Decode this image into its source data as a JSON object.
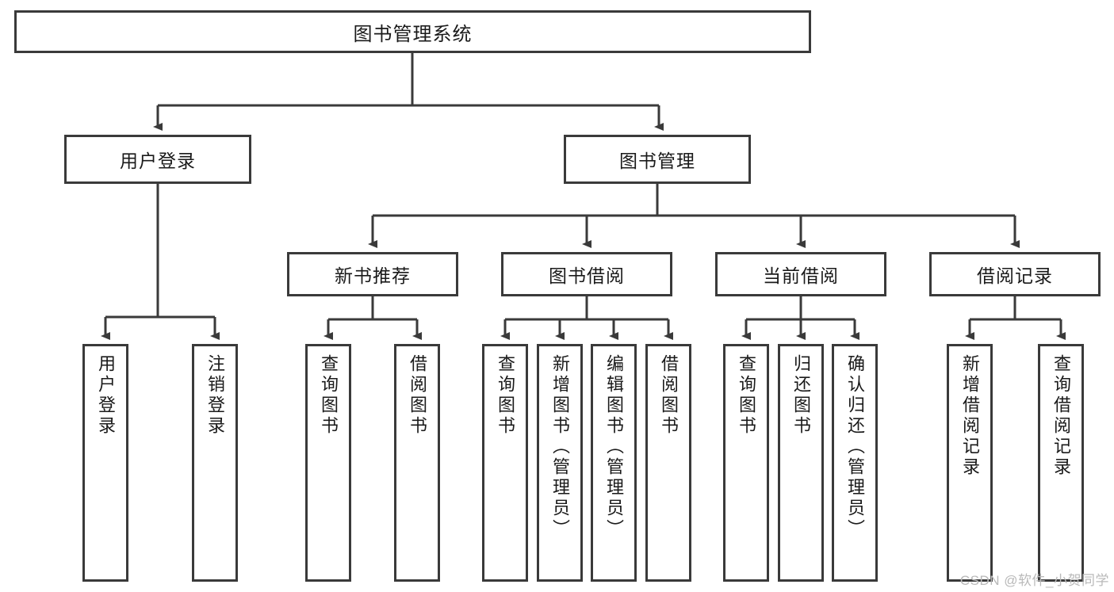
{
  "diagram": {
    "title": "图书管理系统",
    "watermark": "CSDN @软件_小贺同学",
    "colors": {
      "stroke": "#3a3a3a",
      "fill": "#ffffff",
      "text": "#1a1a1a",
      "watermark": "#b9b9b9"
    },
    "levels": {
      "level0": [
        "图书管理系统"
      ],
      "level1": [
        "用户登录",
        "图书管理"
      ],
      "level2": [
        "新书推荐",
        "图书借阅",
        "当前借阅",
        "借阅记录"
      ],
      "level3": [
        "用户登录",
        "注销登录",
        "查询图书",
        "借阅图书",
        "查询图书",
        "新增图书（管理员）",
        "编辑图书（管理员）",
        "借阅图书",
        "查询图书",
        "归还图书",
        "确认归还（管理员）",
        "新增借阅记录",
        "查询借阅记录"
      ]
    },
    "nodes": {
      "root": {
        "label": "图书管理系统"
      },
      "user_login": {
        "label": "用户登录"
      },
      "book_mgmt": {
        "label": "图书管理"
      },
      "new_book_rec": {
        "label": "新书推荐"
      },
      "book_borrow": {
        "label": "图书借阅"
      },
      "current_borrow": {
        "label": "当前借阅"
      },
      "borrow_record": {
        "label": "借阅记录"
      },
      "leaf_user_login": {
        "label": "用户登录"
      },
      "leaf_logout": {
        "label": "注销登录"
      },
      "leaf_query_book_1": {
        "label": "查询图书"
      },
      "leaf_borrow_book_1": {
        "label": "借阅图书"
      },
      "leaf_query_book_2": {
        "label": "查询图书"
      },
      "leaf_add_book_admin": {
        "label": "新增图书（管理员）"
      },
      "leaf_edit_book_admin": {
        "label": "编辑图书（管理员）"
      },
      "leaf_borrow_book_2": {
        "label": "借阅图书"
      },
      "leaf_query_book_3": {
        "label": "查询图书"
      },
      "leaf_return_book": {
        "label": "归还图书"
      },
      "leaf_confirm_return_admin": {
        "label": "确认归还（管理员）"
      },
      "leaf_add_record": {
        "label": "新增借阅记录"
      },
      "leaf_query_record": {
        "label": "查询借阅记录"
      }
    },
    "edges": [
      {
        "from": "root",
        "to": "user_login"
      },
      {
        "from": "root",
        "to": "book_mgmt"
      },
      {
        "from": "book_mgmt",
        "to": "new_book_rec"
      },
      {
        "from": "book_mgmt",
        "to": "book_borrow"
      },
      {
        "from": "book_mgmt",
        "to": "current_borrow"
      },
      {
        "from": "book_mgmt",
        "to": "borrow_record"
      },
      {
        "from": "user_login",
        "to": "leaf_user_login"
      },
      {
        "from": "user_login",
        "to": "leaf_logout"
      },
      {
        "from": "new_book_rec",
        "to": "leaf_query_book_1"
      },
      {
        "from": "new_book_rec",
        "to": "leaf_borrow_book_1"
      },
      {
        "from": "book_borrow",
        "to": "leaf_query_book_2"
      },
      {
        "from": "book_borrow",
        "to": "leaf_add_book_admin"
      },
      {
        "from": "book_borrow",
        "to": "leaf_edit_book_admin"
      },
      {
        "from": "book_borrow",
        "to": "leaf_borrow_book_2"
      },
      {
        "from": "current_borrow",
        "to": "leaf_query_book_3"
      },
      {
        "from": "current_borrow",
        "to": "leaf_return_book"
      },
      {
        "from": "current_borrow",
        "to": "leaf_confirm_return_admin"
      },
      {
        "from": "borrow_record",
        "to": "leaf_add_record"
      },
      {
        "from": "borrow_record",
        "to": "leaf_query_record"
      }
    ]
  }
}
